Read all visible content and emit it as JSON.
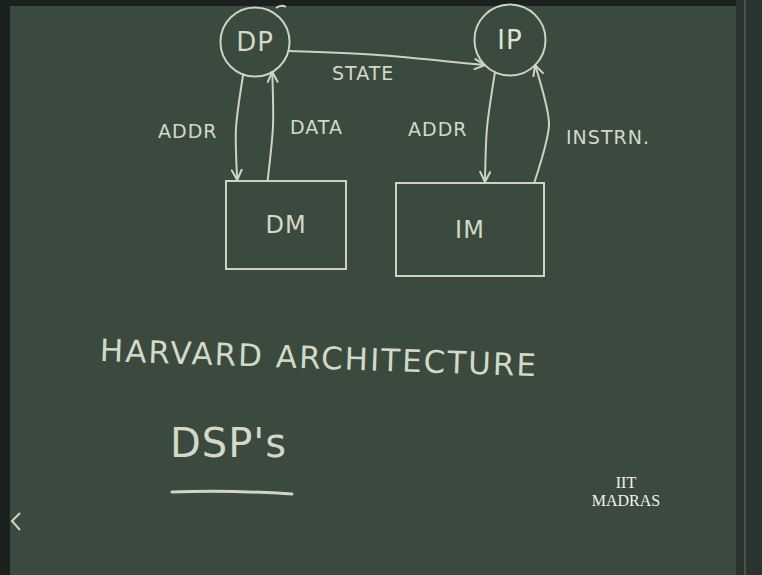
{
  "diagram": {
    "nodes": [
      {
        "text": [
          "DP"
        ]
      },
      {
        "text": [
          "IP"
        ]
      },
      {
        "text": [
          "DM"
        ]
      },
      {
        "text": [
          "IM"
        ]
      }
    ],
    "edges": [
      {
        "from": 0,
        "to": 1,
        "label": "STATE",
        "arrow": "to"
      },
      {
        "from": 0,
        "to": 2,
        "label": "ADDR",
        "arrow": "to"
      },
      {
        "from": 2,
        "to": 0,
        "label": "DATA",
        "arrow": "to"
      },
      {
        "from": 1,
        "to": 3,
        "label": "ADDR",
        "arrow": "to"
      },
      {
        "from": 3,
        "to": 1,
        "label": "INSTRN.",
        "arrow": "to"
      }
    ],
    "labels": [
      "HARVARD ARCHITECTURE",
      "DSP's",
      "IIT MADRAS"
    ]
  }
}
